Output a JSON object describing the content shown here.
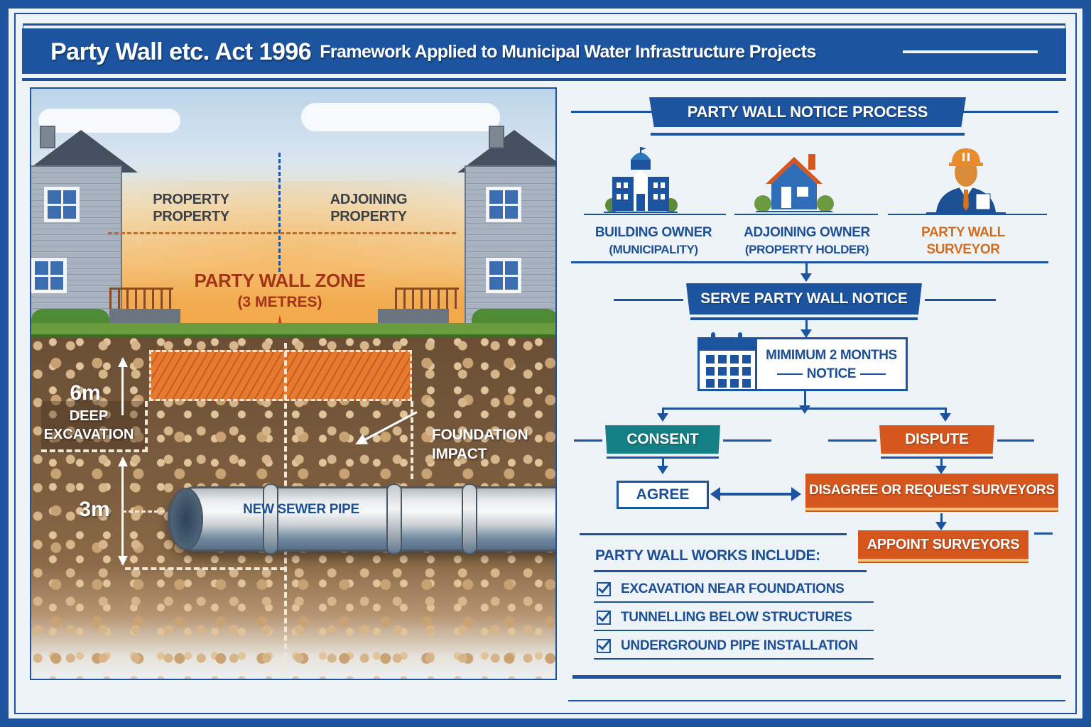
{
  "header": {
    "title_main": "Party Wall etc. Act 1996",
    "title_sub": "Framework Applied to Municipal Water Infrastructure Projects"
  },
  "illustration": {
    "left_property_label": [
      "PROPERTY",
      "PROPERTY"
    ],
    "right_property_label": [
      "ADJOINING",
      "PROPERTY"
    ],
    "zone_title": "PARTY WALL ZONE",
    "zone_width": "(3 METRES)",
    "excavation_depth": "6m",
    "excavation_label": [
      "DEEP",
      "EXCAVATION"
    ],
    "pipe_depth": "3m",
    "foundation_label": [
      "FOUNDATION",
      "IMPACT"
    ],
    "pipe_label": "NEW SEWER PIPE"
  },
  "process": {
    "title": "PARTY WALL NOTICE PROCESS",
    "parties": [
      {
        "icon": "town-hall-icon",
        "line1": "BUILDING OWNER",
        "line2": "(MUNICIPALITY)",
        "color": "#1c4f94"
      },
      {
        "icon": "house-icon",
        "line1": "ADJOINING OWNER",
        "line2": "(PROPERTY HOLDER)",
        "color": "#1c4f94"
      },
      {
        "icon": "surveyor-icon",
        "line1": "PARTY WALL",
        "line2": "SURVEYOR",
        "color": "#d16d1f"
      }
    ],
    "serve_notice": "SERVE PARTY WALL NOTICE",
    "notice_period": [
      "MIMIMUM 2 MONTHS",
      "NOTICE"
    ],
    "consent": "CONSENT",
    "dispute": "DISPUTE",
    "agree": "AGREE",
    "disagree": "DISAGREE OR REQUEST SURVEYORS",
    "appoint": "APPOINT SURVEYORS"
  },
  "works": {
    "title": "PARTY WALL WORKS INCLUDE:",
    "items": [
      "EXCAVATION NEAR FOUNDATIONS",
      "TUNNELLING BELOW STRUCTURES",
      "UNDERGROUND PIPE INSTALLATION"
    ]
  },
  "colors": {
    "primary_blue": "#1c54a0",
    "consent_teal": "#147f84",
    "dispute_orange": "#d5571e",
    "zone_red": "#a43417",
    "background": "#eef3f8"
  }
}
